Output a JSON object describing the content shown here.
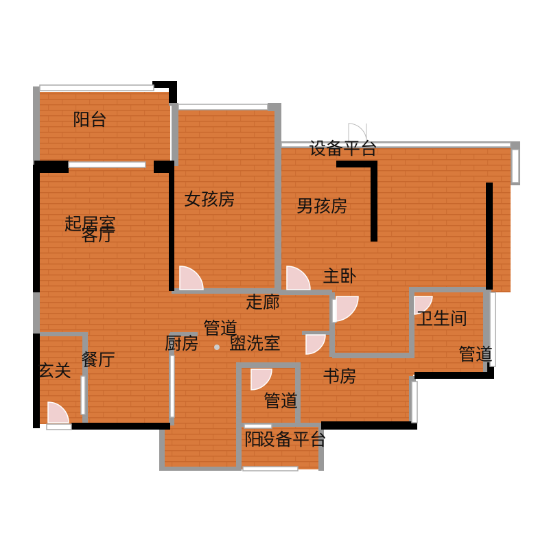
{
  "floor_plan": {
    "colors": {
      "floor": "#d97a3c",
      "floor_stripe": "#c8682d",
      "wall_thick": "#000000",
      "wall_partition": "#999999",
      "window": "#ffffff",
      "window_frame": "#aaaaaa",
      "door": "#f0d0d0"
    },
    "labels": {
      "balcony": "阳台",
      "living_room": "起居室",
      "living_room_alt": "客厅",
      "girl_room": "女孩房",
      "equipment_platform_top": "设备平台",
      "boy_room": "男孩房",
      "master_bedroom": "主卧",
      "corridor": "走廊",
      "bathroom": "卫生间",
      "duct_right": "管道",
      "duct_center": "管道",
      "kitchen": "厨房",
      "laundry": "盥洗室",
      "entrance": "玄关",
      "dining_room": "餐厅",
      "study": "书房",
      "duct_bottom": "管道",
      "balcony_short": "阳",
      "equipment_platform_bottom": "设备平台"
    }
  }
}
